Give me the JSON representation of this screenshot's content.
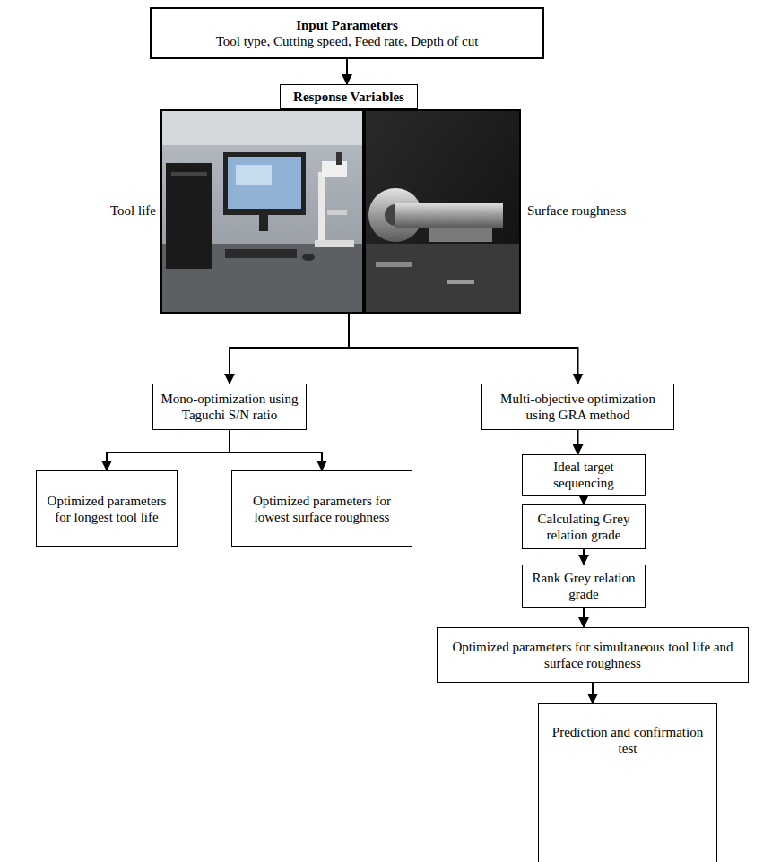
{
  "diagram": {
    "nodes": [
      {
        "text": [
          "Input Parameters",
          "Tool type, Cutting speed, Feed rate, Depth of cut"
        ]
      },
      {
        "text": [
          "Response Variables"
        ]
      },
      {
        "text": [
          "Mono-optimization using Taguchi S/N ratio"
        ]
      },
      {
        "text": [
          "Multi-objective optimization using GRA method"
        ]
      },
      {
        "text": [
          "Optimized parameters for longest tool life"
        ]
      },
      {
        "text": [
          "Optimized parameters for lowest surface roughness"
        ]
      },
      {
        "text": [
          "Ideal target sequencing"
        ]
      },
      {
        "text": [
          "Calculating Grey relation grade"
        ]
      },
      {
        "text": [
          "Rank Grey relation grade"
        ]
      },
      {
        "text": [
          "Optimized parameters for simultaneous tool life and surface roughness"
        ]
      },
      {
        "text": [
          "Prediction and confirmation test"
        ]
      }
    ],
    "edges": [
      {
        "from": 0,
        "to": 1,
        "arrow": "to"
      },
      {
        "from": 1,
        "to": 2,
        "arrow": "to"
      },
      {
        "from": 1,
        "to": 3,
        "arrow": "to"
      },
      {
        "from": 2,
        "to": 4,
        "arrow": "to"
      },
      {
        "from": 2,
        "to": 5,
        "arrow": "to"
      },
      {
        "from": 3,
        "to": 6,
        "arrow": "to"
      },
      {
        "from": 6,
        "to": 7,
        "arrow": "to"
      },
      {
        "from": 7,
        "to": 8,
        "arrow": "to"
      },
      {
        "from": 8,
        "to": 9,
        "arrow": "to"
      },
      {
        "from": 9,
        "to": 10,
        "arrow": "to"
      }
    ],
    "labels": [
      "Tool life",
      "Surface roughness"
    ]
  }
}
